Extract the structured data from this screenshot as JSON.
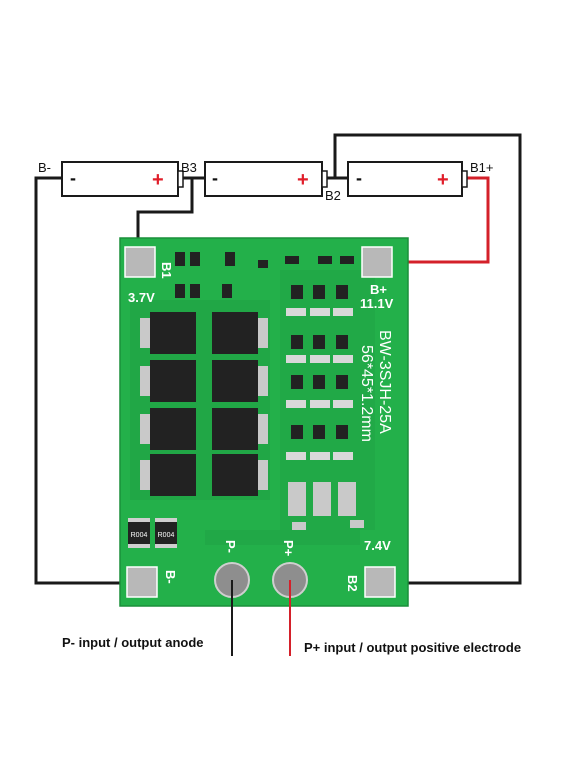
{
  "batteries": [
    {
      "neg": "-",
      "pos": "+"
    },
    {
      "neg": "-",
      "pos": "+"
    },
    {
      "neg": "-",
      "pos": "+"
    }
  ],
  "wire_labels": {
    "b_minus": "B-",
    "b3": "B3",
    "b2": "B2",
    "b1_plus": "B1+"
  },
  "board": {
    "pad_b1": "B1",
    "v_37": "3.7V",
    "pad_bplus": "B+",
    "v_111": "11.1V",
    "model": "BW-3SJH-25A",
    "dims": "56*45*1.2mm",
    "v_74": "7.4V",
    "pad_bminus": "B-",
    "pad_pminus": "P-",
    "pad_pplus": "P+",
    "pad_b2": "B2",
    "resistor_1": "R004",
    "resistor_2": "R004"
  },
  "captions": {
    "p_minus": "P- input / output anode",
    "p_plus": "P+ input / output positive electrode"
  },
  "colors": {
    "pcb": "#23b04a",
    "pcb_dark": "#1a8f3a",
    "silk": "#ffffff",
    "pad": "#b8b8b8",
    "wire_black": "#1a1a1a",
    "wire_red": "#d4202a",
    "plus_red": "#e01e2a"
  }
}
